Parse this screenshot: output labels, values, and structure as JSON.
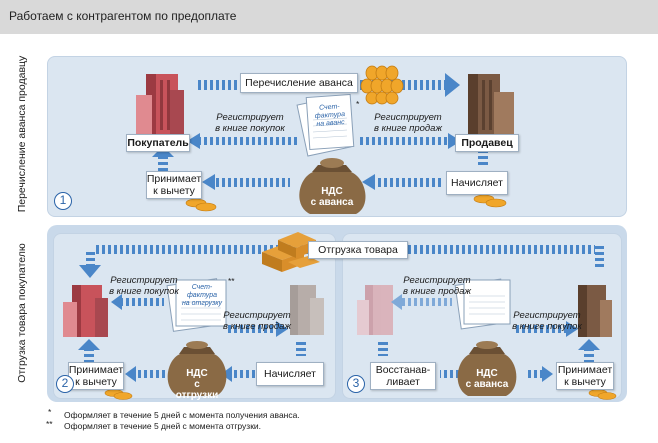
{
  "title": "Работаем с контрагентом по предоплате",
  "side_labels": {
    "top": "Перечисление аванса продавцу",
    "bottom": "Отгрузка товара покупателю"
  },
  "section1": {
    "number": "1",
    "transfer_label": "Перечисление аванса",
    "buyer_label": "Покупатель",
    "seller_label": "Продавец",
    "buyer_registers": "Регистрирует\nв книге покупок",
    "seller_registers": "Регистрирует\nв книге продаж",
    "invoice_label": "Счет-фактура\nна аванс",
    "invoice_mark": "*",
    "accept_label": "Принимает\nк вычету",
    "charge_label": "Начисляет",
    "vat_label": "НДС\nс аванса"
  },
  "section2": {
    "number": "2",
    "shipment_label": "Отгрузка товара",
    "buyer_registers": "Регистрирует\nв книге покупок",
    "seller_registers": "Регистрирует\nв книге продаж",
    "invoice_label": "Счет-фактура\nна отгрузку",
    "invoice_mark": "**",
    "accept_label": "Принимает\nк вычету",
    "charge_label": "Начисляет",
    "vat_label": "НДС\nс отгрузки"
  },
  "section3": {
    "number": "3",
    "buyer_registers": "Регистрирует\nв книге покупок",
    "seller_registers": "Регистрирует\nв книге продаж",
    "restore_label": "Восстанав-\nливает",
    "accept_label": "Принимает\nк вычету",
    "vat_label": "НДС\nс аванса"
  },
  "footnotes": [
    {
      "mark": "*",
      "text": "Оформляет в течение 5 дней с момента получения аванса."
    },
    {
      "mark": "**",
      "text": "Оформляет в течение 5 дней с момента отгрузки."
    }
  ],
  "colors": {
    "arrow": "#4a86c8",
    "buyer_building": "#c8535b",
    "seller_building": "#7b5a44",
    "bag": "#8a6a45",
    "coin": "#f0a62a"
  }
}
